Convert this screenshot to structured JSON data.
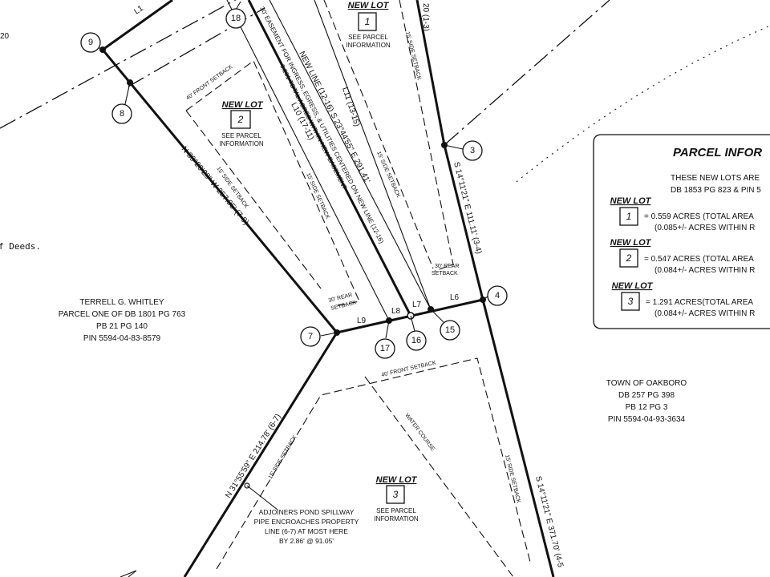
{
  "points": {
    "p3": "3",
    "p4": "4",
    "p7": "7",
    "p8": "8",
    "p9": "9",
    "p15": "15",
    "p16": "16",
    "p17": "17",
    "p18": "18"
  },
  "lines": {
    "l1": "L1",
    "l6": "L6",
    "l7": "L7",
    "l8": "L8",
    "l9": "L9",
    "l10": "L10 (17-11)",
    "l11": "L11 (13-15)",
    "bearing_top": "20 (1-3)"
  },
  "bearings": {
    "nw_line": "N 39°29'28\" W 257.95' (7-9)",
    "east_upper": "S 14°11'21\" E 111.11' (3-4)",
    "east_lower": "S 14°11'21\" E 371.70' (4-5",
    "sw_line": "N 31°55'59\" E 214.78' (6-7)",
    "new_line": "NEW LINE (12-16) S 23°44'55\" E 291.41'",
    "easement_1": "30' EASEMENT FOR INGRESS, EGRESS, & UTILITIES CENTERED ON NEW LINE (12-16)",
    "easement_2": "0.201 TOTAL ACRES WITHIN NEW EASEMENT"
  },
  "setbacks": {
    "front_lot2": "40' FRONT SETBACK",
    "side_15": "15' SIDE SETBACK",
    "rear_30": "30' REAR",
    "rear_setback": "SETBACK",
    "rear_30_setback": "30' REAR SETBACK",
    "front_lot3": "40' FRONT SETBACK",
    "water_course": "WATER COURSE"
  },
  "lots": {
    "new_lot": "NEW LOT",
    "see_parcel": "SEE PARCEL",
    "information": "INFORMATION",
    "lot1": "1",
    "lot2": "2",
    "lot3": "3"
  },
  "adjoiners": {
    "whitley": [
      "TERRELL G. WHITLEY",
      "PARCEL ONE OF DB 1801 PG 763",
      "PB 21 PG 140",
      "PIN 5594-04-83-8579"
    ],
    "oakboro": [
      "TOWN OF OAKBORO",
      "DB 257 PG 398",
      "PB 12 PG 3",
      "PIN 5594-04-93-3634"
    ],
    "spillway": [
      "ADJOINERS POND SPILLWAY",
      "PIPE ENCROACHES PROPERTY",
      "LINE (6-7) AT MOST HERE",
      "BY 2.86' @ 91.05'"
    ]
  },
  "fragments": {
    "deeds": "f Deeds.",
    "left_20": "20"
  },
  "parcel_info": {
    "title": "PARCEL INFOR",
    "intro_1": "THESE NEW LOTS ARE",
    "intro_2": "DB 1853 PG 823 & PIN 5",
    "lots": [
      {
        "label": "NEW LOT",
        "num": "1",
        "line1": "= 0.559 ACRES (TOTAL AREA",
        "line2": "(0.085+/- ACRES WITHIN R"
      },
      {
        "label": "NEW LOT",
        "num": "2",
        "line1": "= 0.547 ACRES (TOTAL AREA",
        "line2": "(0.084+/- ACRES WITHIN R"
      },
      {
        "label": "NEW LOT",
        "num": "3",
        "line1": "= 1.291 ACRES(TOTAL AREA",
        "line2": "(0.084+/- ACRES WITHIN R"
      }
    ]
  }
}
